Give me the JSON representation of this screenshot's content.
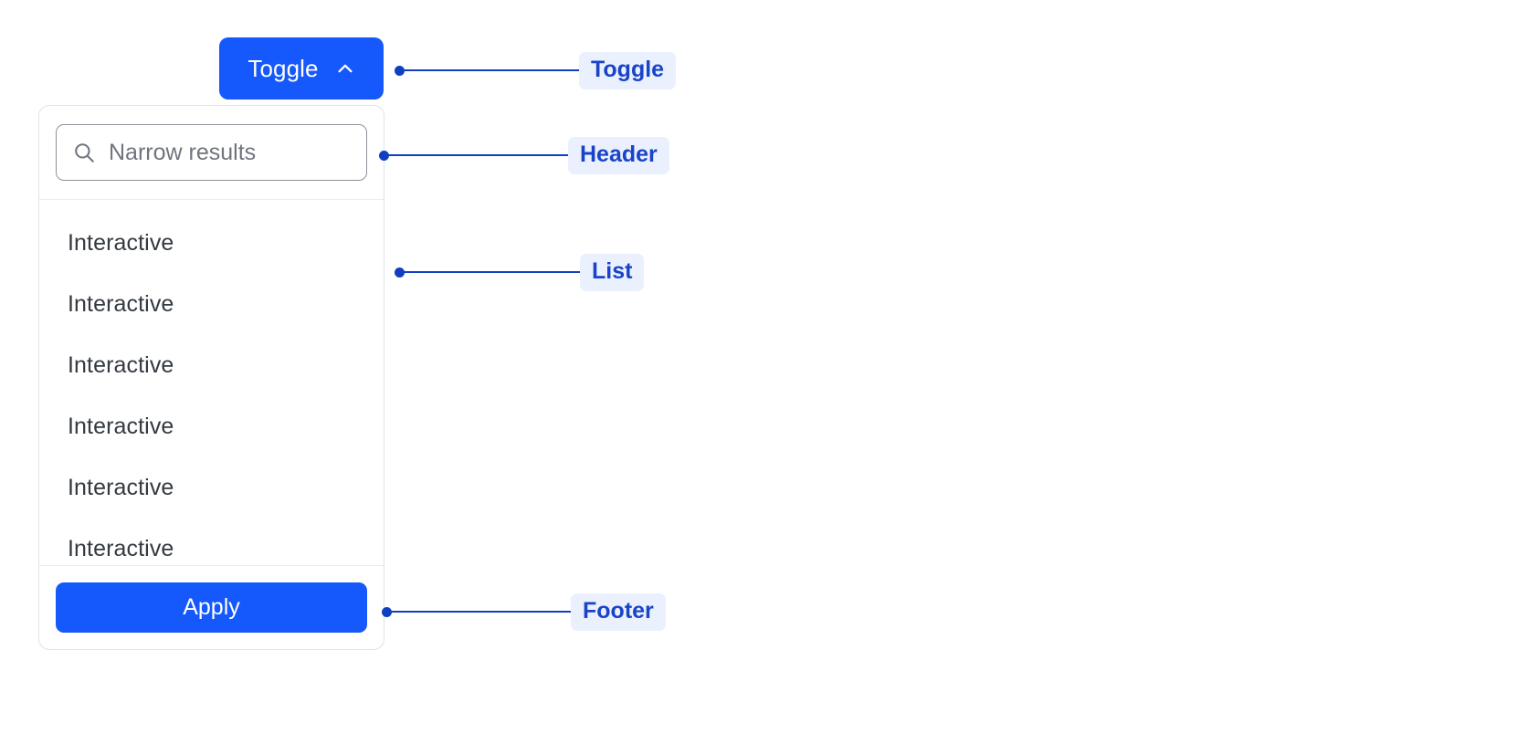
{
  "component": {
    "toggle": {
      "label": "Toggle",
      "icon": "chevron-up-icon",
      "expanded": true,
      "background_color": "#1558fb",
      "text_color": "#ffffff"
    },
    "panel": {
      "border_color": "#dfe2e6",
      "background_color": "#ffffff",
      "header": {
        "search": {
          "icon": "search-icon",
          "placeholder": "Narrow results",
          "value": "",
          "border_color": "#8d9199"
        }
      },
      "list": {
        "items": [
          {
            "label": "Interactive"
          },
          {
            "label": "Interactive"
          },
          {
            "label": "Interactive"
          },
          {
            "label": "Interactive"
          },
          {
            "label": "Interactive"
          },
          {
            "label": "Interactive"
          }
        ],
        "text_color": "#343a41"
      },
      "footer": {
        "apply": {
          "label": "Apply",
          "background_color": "#1558fb",
          "text_color": "#ffffff"
        }
      }
    }
  },
  "annotations": {
    "accent_color": "#1040c0",
    "pill_background": "#eaf0fd",
    "pill_text_color": "#1a44c8",
    "items": [
      {
        "label": "Toggle",
        "target": "toggle-button"
      },
      {
        "label": "Header",
        "target": "panel-header"
      },
      {
        "label": "List",
        "target": "panel-list"
      },
      {
        "label": "Footer",
        "target": "panel-footer"
      }
    ]
  }
}
